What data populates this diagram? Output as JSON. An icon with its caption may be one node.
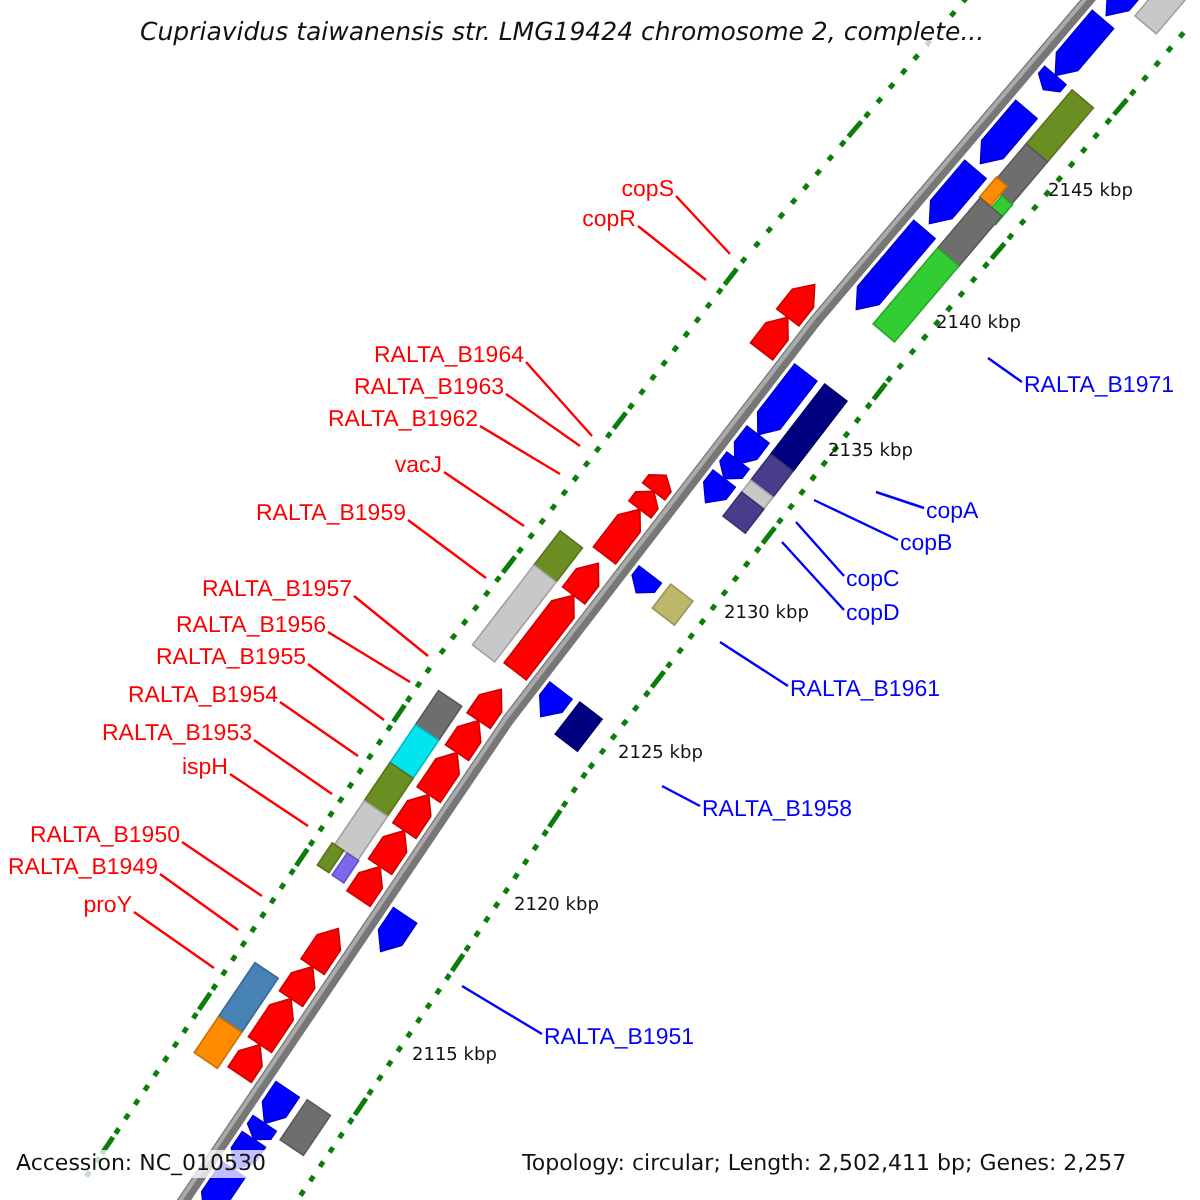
{
  "diagram": {
    "title": "Cupriavidus taiwanensis str. LMG19424 chromosome 2, complete...",
    "nodes": [
      {
        "text": [
          "copS"
        ]
      },
      {
        "text": [
          "copR"
        ]
      },
      {
        "text": [
          "RALTA_B1971"
        ]
      },
      {
        "text": [
          "RALTA_B1964"
        ]
      },
      {
        "text": [
          "RALTA_B1963"
        ]
      },
      {
        "text": [
          "RALTA_B1962"
        ]
      },
      {
        "text": [
          "copA"
        ]
      },
      {
        "text": [
          "vacJ"
        ]
      },
      {
        "text": [
          "copB"
        ]
      },
      {
        "text": [
          "copC"
        ]
      },
      {
        "text": [
          "copD"
        ]
      },
      {
        "text": [
          "RALTA_B1959"
        ]
      },
      {
        "text": [
          "RALTA_B1957"
        ]
      },
      {
        "text": [
          "RALTA_B1956"
        ]
      },
      {
        "text": [
          "RALTA_B1961"
        ]
      },
      {
        "text": [
          "RALTA_B1955"
        ]
      },
      {
        "text": [
          "RALTA_B1954"
        ]
      },
      {
        "text": [
          "RALTA_B1953"
        ]
      },
      {
        "text": [
          "ispH"
        ]
      },
      {
        "text": [
          "RALTA_B1958"
        ]
      },
      {
        "text": [
          "RALTA_B1950"
        ]
      },
      {
        "text": [
          "RALTA_B1949"
        ]
      },
      {
        "text": [
          "proY"
        ]
      },
      {
        "text": [
          "RALTA_B1951"
        ]
      }
    ],
    "edges": [
      {
        "from": 0,
        "to": null,
        "arrow": "none"
      },
      {
        "from": 1,
        "to": null,
        "arrow": "none"
      },
      {
        "from": 2,
        "to": null,
        "arrow": "none",
        "color": "#0000ff"
      },
      {
        "from": 3,
        "to": null,
        "arrow": "none"
      },
      {
        "from": 4,
        "to": null,
        "arrow": "none"
      },
      {
        "from": 5,
        "to": null,
        "arrow": "none"
      },
      {
        "from": 6,
        "to": null,
        "arrow": "none",
        "color": "#0000ff"
      },
      {
        "from": 7,
        "to": null,
        "arrow": "none"
      },
      {
        "from": 8,
        "to": null,
        "arrow": "none",
        "color": "#0000ff"
      },
      {
        "from": 9,
        "to": null,
        "arrow": "none",
        "color": "#0000ff"
      },
      {
        "from": 10,
        "to": null,
        "arrow": "none",
        "color": "#0000ff"
      },
      {
        "from": 11,
        "to": null,
        "arrow": "none"
      },
      {
        "from": 12,
        "to": null,
        "arrow": "none"
      },
      {
        "from": 13,
        "to": null,
        "arrow": "none"
      },
      {
        "from": 14,
        "to": null,
        "arrow": "none",
        "color": "#0000ff"
      },
      {
        "from": 15,
        "to": null,
        "arrow": "none"
      },
      {
        "from": 16,
        "to": null,
        "arrow": "none"
      },
      {
        "from": 17,
        "to": null,
        "arrow": "none"
      },
      {
        "from": 18,
        "to": null,
        "arrow": "none"
      },
      {
        "from": 19,
        "to": null,
        "arrow": "none",
        "color": "#0000ff"
      },
      {
        "from": 20,
        "to": null,
        "arrow": "none"
      },
      {
        "from": 21,
        "to": null,
        "arrow": "none"
      },
      {
        "from": 22,
        "to": null,
        "arrow": "none"
      },
      {
        "from": 23,
        "to": null,
        "arrow": "none",
        "color": "#0000ff"
      }
    ],
    "labels": [
      "2145 kbp",
      "2140 kbp",
      "2135 kbp",
      "2130 kbp",
      "2125 kbp",
      "2120 kbp",
      "2115 kbp",
      "Accession: NC_010530",
      "Topology: circular; Length: 2,502,411 bp; Genes: 2,257"
    ]
  }
}
